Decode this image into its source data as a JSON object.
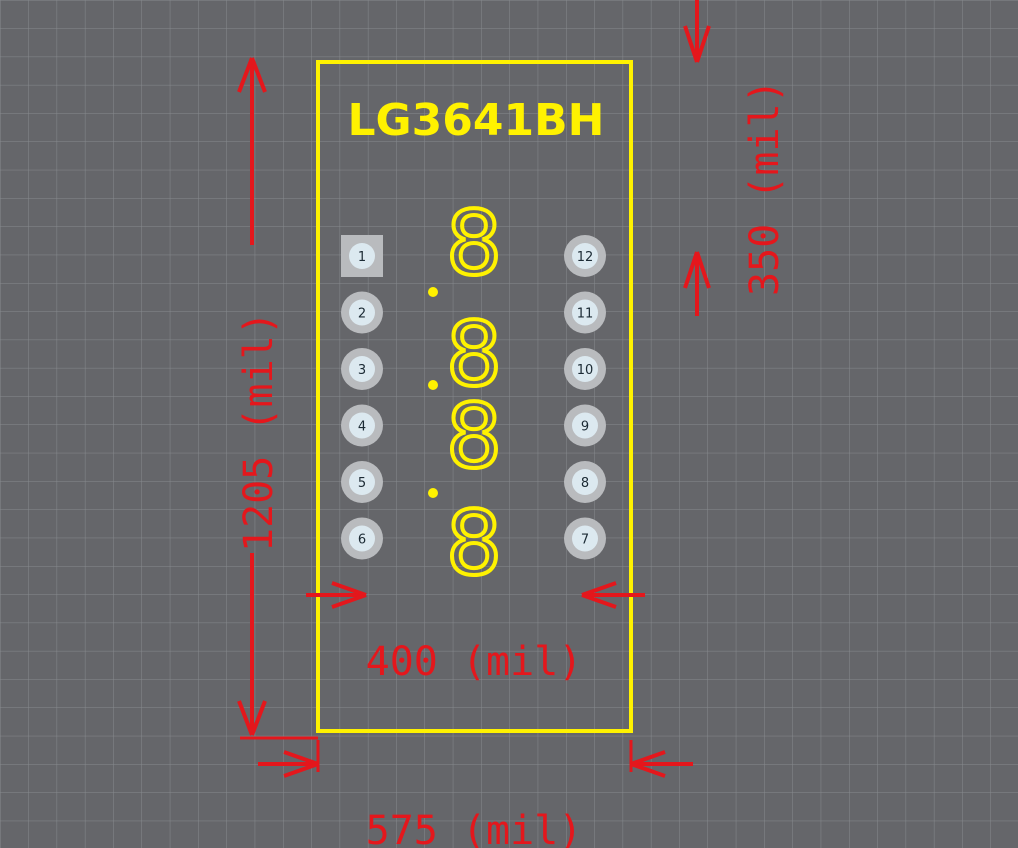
{
  "component": {
    "name": "LG3641BH",
    "display_digits": [
      "8",
      "8",
      "8",
      "8"
    ],
    "outline_color": "#fff200",
    "silkscreen_color": "#fff200"
  },
  "pads": {
    "left": [
      "1",
      "2",
      "3",
      "4",
      "5",
      "6"
    ],
    "right": [
      "12",
      "11",
      "10",
      "9",
      "8",
      "7"
    ],
    "square_pad": "1",
    "pad_ring_color": "#b9bbbe",
    "pad_hole_color": "#dce9f0"
  },
  "dimensions": {
    "height": "1205 (mil)",
    "digit_height": "350 (mil)",
    "pin_row_spacing": "400 (mil)",
    "body_width": "575 (mil)",
    "color": "#e4171c"
  },
  "background": {
    "color": "#65666a",
    "grid_color": "#8a8c8f"
  }
}
